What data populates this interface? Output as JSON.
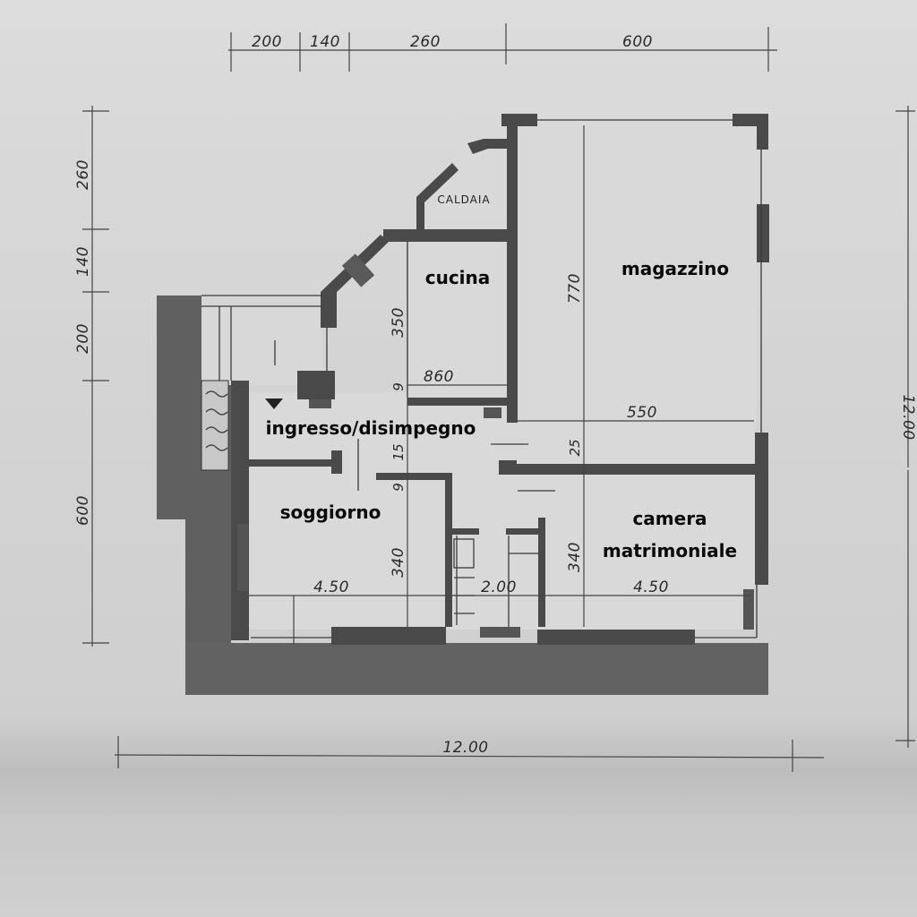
{
  "plan": {
    "top_dimensions": [
      "200",
      "140",
      "260",
      "600"
    ],
    "left_dimensions": [
      "260",
      "140",
      "200",
      "600"
    ],
    "right_dimension": "12.00",
    "bottom_dimension": "12.00",
    "inner_dimensions": {
      "cucina_height": "350",
      "cucina_width": "860",
      "corridor_gap_top": "9",
      "corridor_15": "15",
      "corridor_gap_bottom": "9",
      "magazzino_height": "770",
      "magazzino_width": "550",
      "magazzino_25": "25",
      "soggiorno_height": "340",
      "soggiorno_width": "4.50",
      "bagno_width": "2.00",
      "camera_height": "340",
      "camera_width": "4.50"
    }
  },
  "rooms": {
    "caldaia": "CALDAIA",
    "cucina": "cucina",
    "magazzino": "magazzino",
    "ingresso": "ingresso/disimpegno",
    "soggiorno": "soggiorno",
    "camera_line1": "camera",
    "camera_line2": "matrimoniale"
  },
  "colors": {
    "paper": "#d6d6d6",
    "wall": "#4a4a4a",
    "terrace": "#5e5e5e"
  }
}
